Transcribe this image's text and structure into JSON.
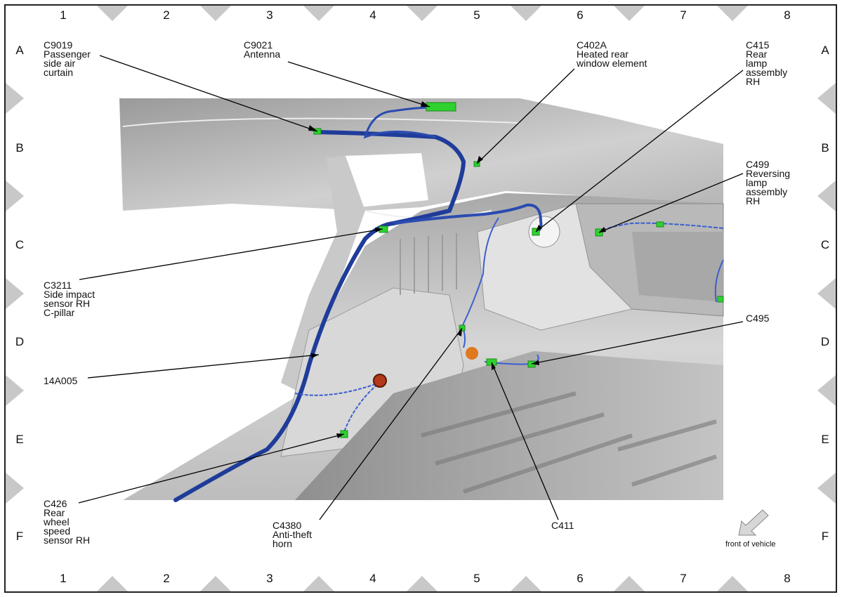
{
  "grid": {
    "columns": [
      "1",
      "2",
      "3",
      "4",
      "5",
      "6",
      "7",
      "8"
    ],
    "rows": [
      "A",
      "B",
      "C",
      "D",
      "E",
      "F"
    ]
  },
  "callouts": {
    "c9019": "C9019\nPassenger\nside air\ncurtain",
    "c9021": "C9021\nAntenna",
    "c402a": "C402A\nHeated rear\nwindow element",
    "c415": "C415\nRear\nlamp\nassembly\nRH",
    "c499": "C499\nReversing\nlamp\nassembly\nRH",
    "c3211": "C3211\nSide impact\nsensor RH\nC-pillar",
    "c495": "C495",
    "harness": "14A005",
    "c426": "C426\nRear\nwheel\nspeed\nsensor RH",
    "c4380": "C4380\nAnti-theft\nhorn",
    "c411": "C411"
  },
  "front_of_vehicle": "front of vehicle",
  "colors": {
    "harness": "#1f3c9a",
    "connector": "#2fd12f",
    "horn": "#e0781e",
    "body_light": "#dcdcdc",
    "body_dark": "#8c8c8c",
    "triangle": "#c8c8c8"
  }
}
